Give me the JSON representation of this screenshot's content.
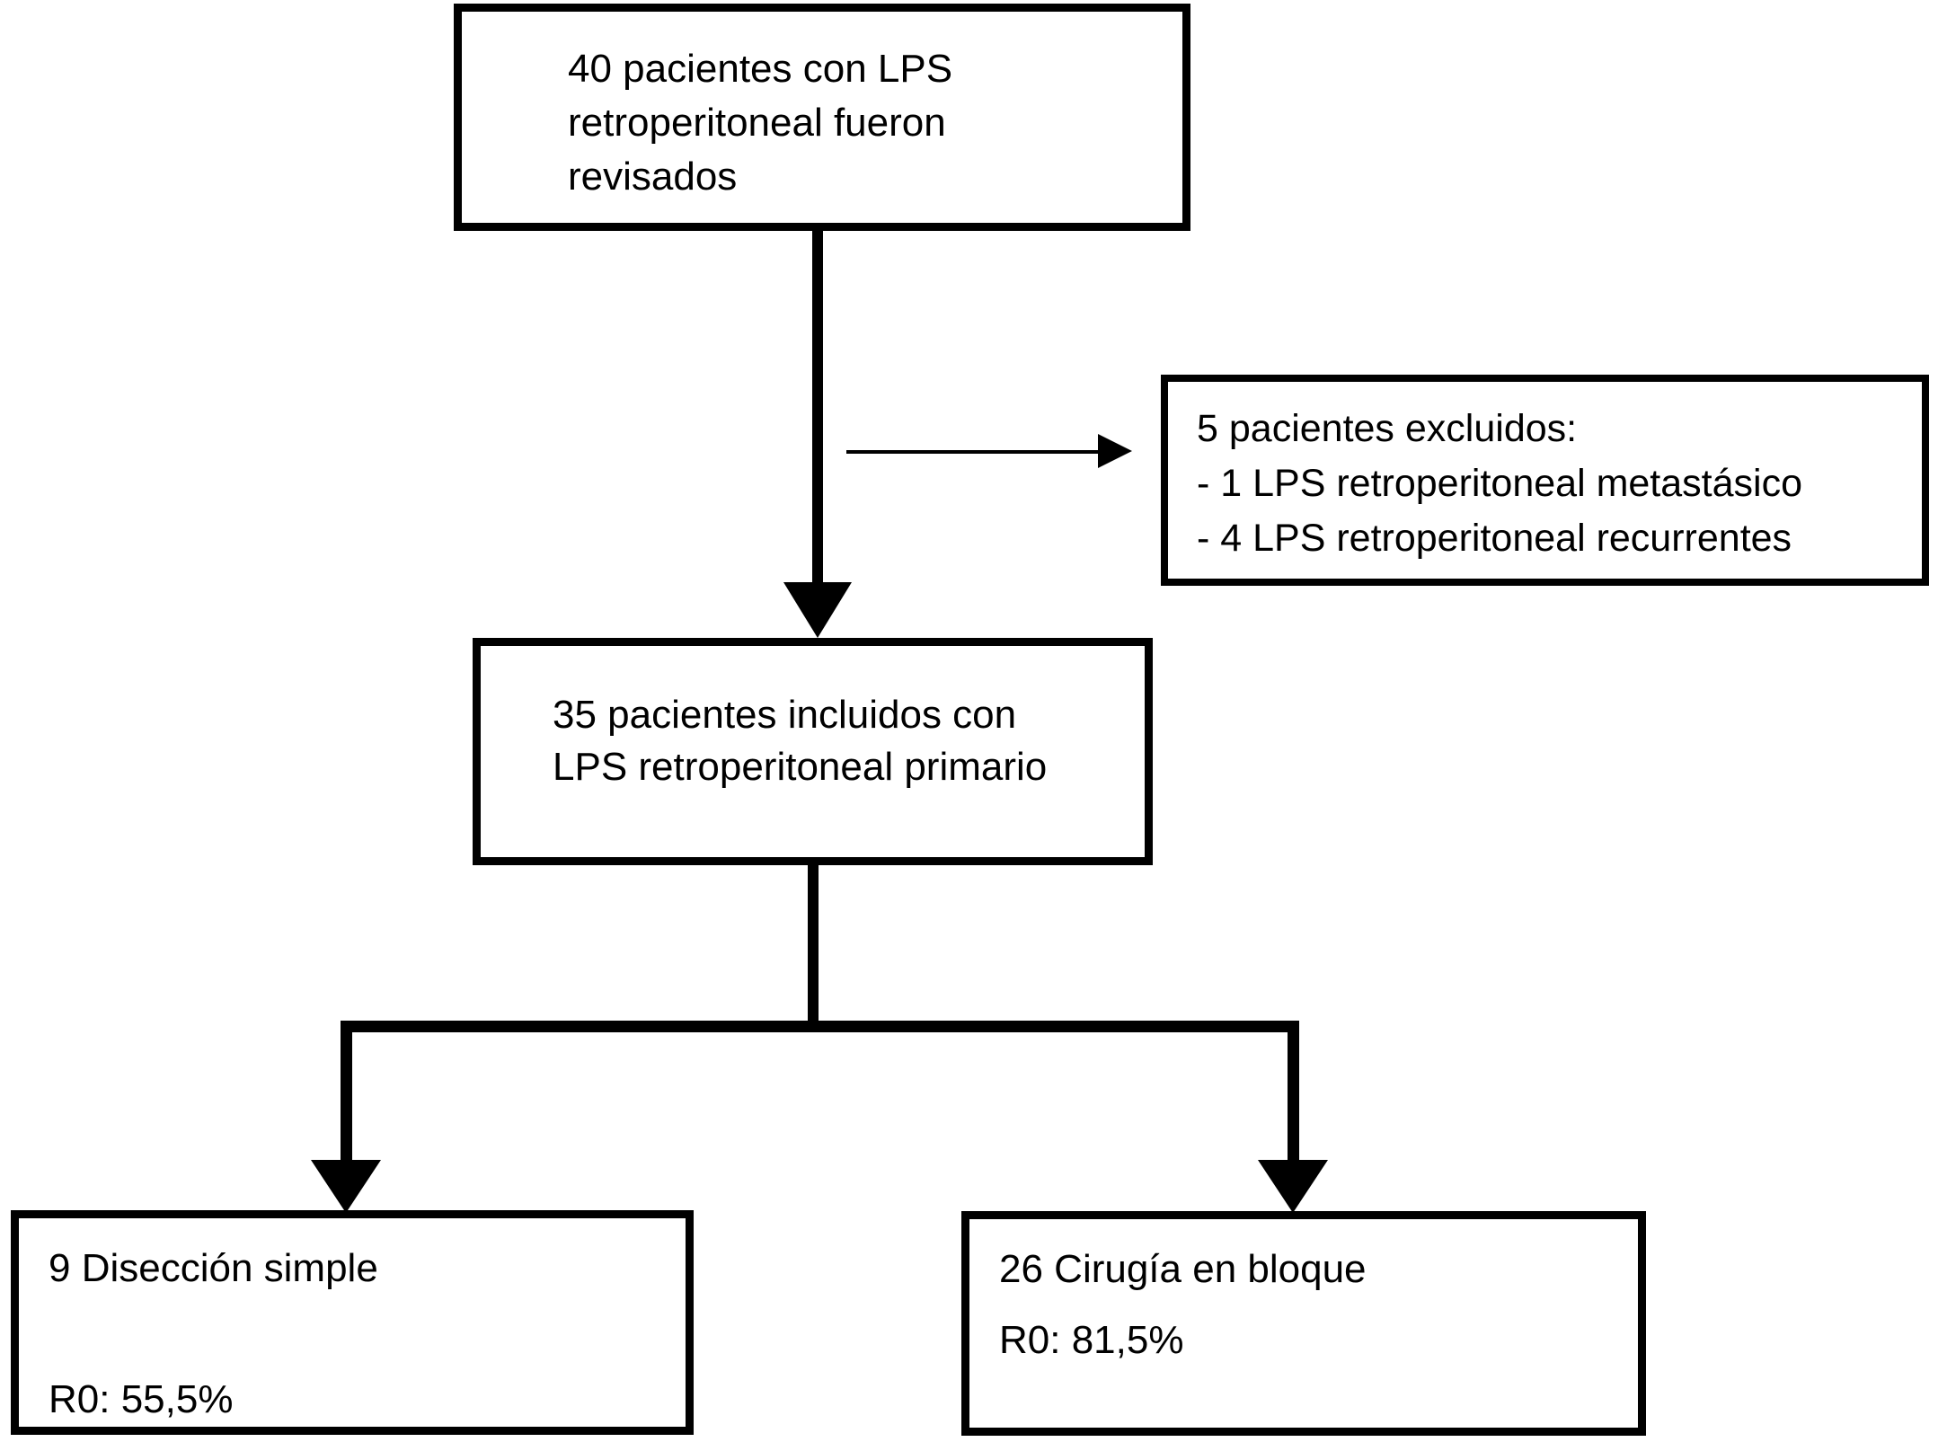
{
  "figure": {
    "type": "patient-flow-diagram",
    "background_color": "#ffffff",
    "line_color": "#000000",
    "nodes": {
      "reviewed": {
        "lines": [
          "40 pacientes con LPS",
          "retroperitoneal fueron",
          "revisados"
        ]
      },
      "excluded": {
        "lines": [
          "5 pacientes excluidos:",
          "- 1 LPS retroperitoneal metastásico",
          "- 4 LPS retroperitoneal recurrentes"
        ]
      },
      "included": {
        "lines": [
          "35 pacientes incluidos con",
          "LPS retroperitoneal primario"
        ]
      },
      "dissection": {
        "label": "9 Disección simple",
        "result": "R0: 55,5%"
      },
      "en_bloc": {
        "label": "26 Cirugía en bloque",
        "result": "R0: 81,5%"
      }
    }
  }
}
